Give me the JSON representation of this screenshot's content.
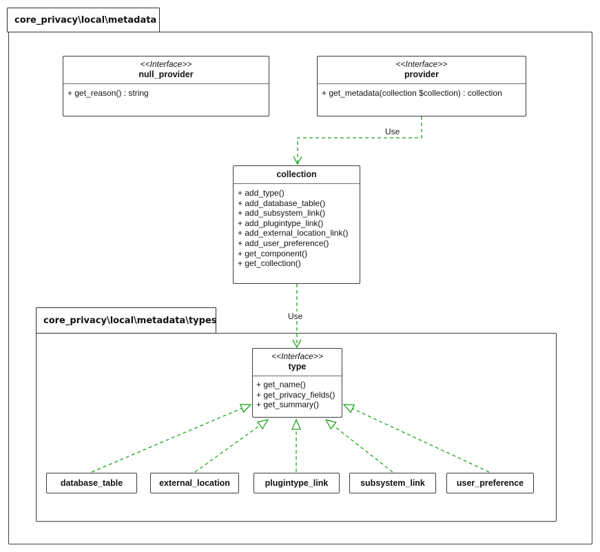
{
  "packages": {
    "outer": {
      "label": "core_privacy\\local\\metadata"
    },
    "inner": {
      "label": "core_privacy\\local\\metadata\\types"
    }
  },
  "classes": {
    "null_provider": {
      "stereotype": "<<Interface>>",
      "name": "null_provider",
      "methods": [
        "+ get_reason() : string"
      ]
    },
    "provider": {
      "stereotype": "<<Interface>>",
      "name": "provider",
      "methods": [
        "+ get_metadata(collection $collection) : collection"
      ]
    },
    "collection": {
      "name": "collection",
      "methods": [
        "+ add_type()",
        "+ add_database_table()",
        "+ add_subsystem_link()",
        "+ add_plugintype_link()",
        "+ add_external_location_link()",
        "+ add_user_preference()",
        "+ get_component()",
        "+ get_collection()"
      ]
    },
    "type": {
      "stereotype": "<<Interface>>",
      "name": "type",
      "methods": [
        "+ get_name()",
        "+ get_privacy_fields()",
        "+ get_summary()"
      ]
    },
    "leaves": [
      "database_table",
      "external_location",
      "plugintype_link",
      "subsystem_link",
      "user_preference"
    ]
  },
  "edges": {
    "use1": {
      "label": "Use"
    },
    "use2": {
      "label": "Use"
    }
  },
  "colors": {
    "arrow_green": "#1aa31a",
    "border_dark": "#3a3a3a",
    "background": "#ffffff"
  }
}
